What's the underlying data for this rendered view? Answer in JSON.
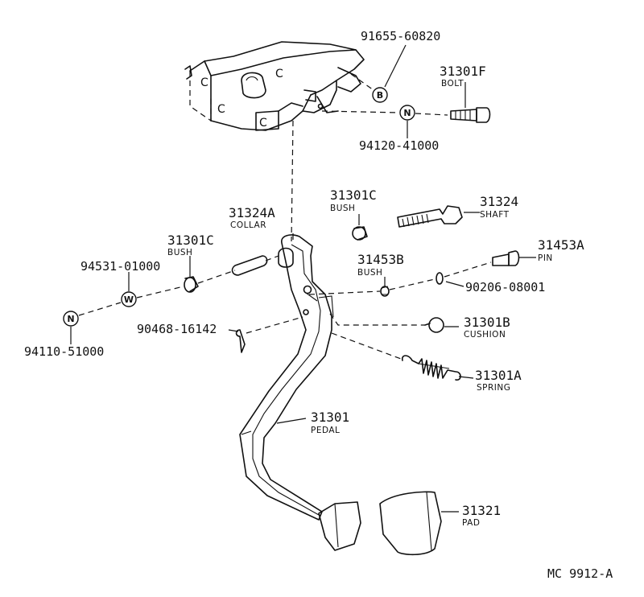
{
  "labels": {
    "p91655": {
      "number": "91655-60820"
    },
    "p31301F": {
      "number": "31301F",
      "name": "BOLT"
    },
    "p94120": {
      "number": "94120-41000"
    },
    "p31324": {
      "number": "31324",
      "name": "SHAFT"
    },
    "p31301C_top": {
      "number": "31301C",
      "name": "BUSH"
    },
    "p31324A": {
      "number": "31324A",
      "name": "COLLAR"
    },
    "p31301C_left": {
      "number": "31301C",
      "name": "BUSH"
    },
    "p94531": {
      "number": "94531-01000"
    },
    "p31453A": {
      "number": "31453A",
      "name": "PIN"
    },
    "p31453B": {
      "number": "31453B",
      "name": "BUSH"
    },
    "p90206": {
      "number": "90206-08001"
    },
    "p94110": {
      "number": "94110-51000"
    },
    "p90468": {
      "number": "90468-16142"
    },
    "p31301B": {
      "number": "31301B",
      "name": "CUSHION"
    },
    "p31301A": {
      "number": "31301A",
      "name": "SPRING"
    },
    "p31301": {
      "number": "31301",
      "name": "PEDAL"
    },
    "p31321": {
      "number": "31321",
      "name": "PAD"
    }
  },
  "symbols": {
    "bolt_b": "B",
    "nut_n_upper": "N",
    "washer_w": "W",
    "nut_n_lower": "N",
    "bracket_mark_1": "C",
    "bracket_mark_2": "C",
    "bracket_mark_3": "C",
    "bracket_mark_4": "C"
  },
  "reference": "MC 9912-A"
}
